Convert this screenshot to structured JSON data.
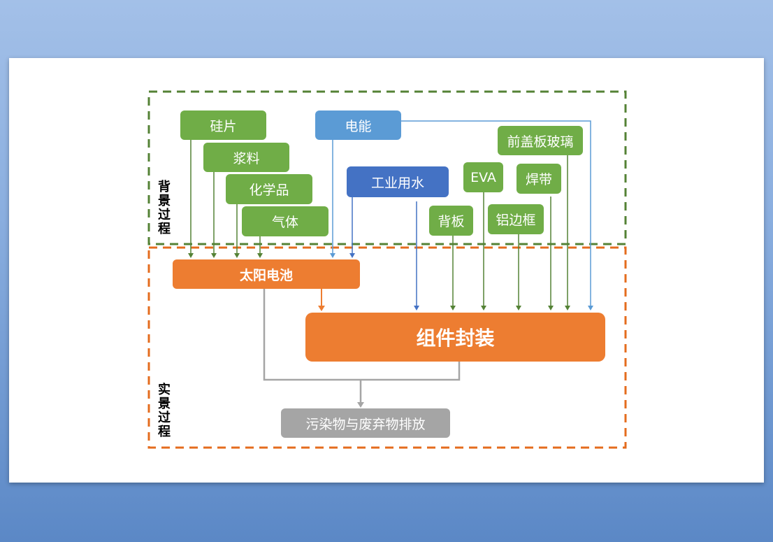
{
  "labels": {
    "background": "背景过程",
    "foreground": "实景过程"
  },
  "nodes": {
    "silicon": "硅片",
    "paste": "浆料",
    "chemicals": "化学品",
    "gas": "气体",
    "electricity": "电能",
    "water": "工业用水",
    "glass": "前盖板玻璃",
    "eva": "EVA",
    "ribbon": "焊带",
    "backsheet": "背板",
    "frame": "铝边框",
    "cell": "太阳电池",
    "module": "组件封装",
    "emission": "污染物与废弃物排放"
  },
  "colors": {
    "green": "#70ad47",
    "blue_light": "#5b9bd5",
    "blue_dark": "#4472c4",
    "orange": "#ed7d31",
    "gray": "#a5a5a5"
  }
}
